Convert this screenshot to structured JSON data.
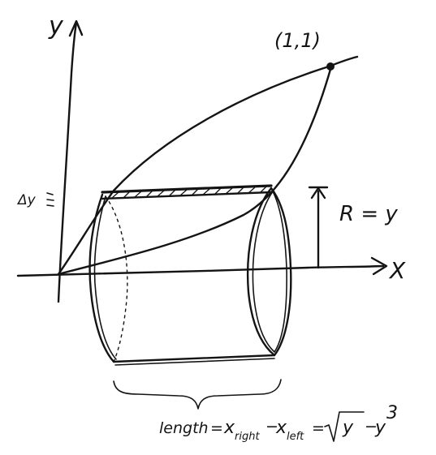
{
  "axes": {
    "x_label": "X",
    "y_label": "y"
  },
  "intersection_point": {
    "label": "(1,1)"
  },
  "annotations": {
    "delta_y": "Δy",
    "radius": "R = y",
    "length_word": "length",
    "equals": "=",
    "x_right": "x",
    "x_right_sub": "right",
    "minus": "−",
    "x_left": "x",
    "x_left_sub": "left",
    "equals_2": "=",
    "sqrt_arg": "y",
    "minus_2": "−",
    "y_power_base": "y",
    "y_power_exp": "3"
  },
  "curves": {
    "upper": "x = y^3",
    "lower": "x = √y"
  }
}
